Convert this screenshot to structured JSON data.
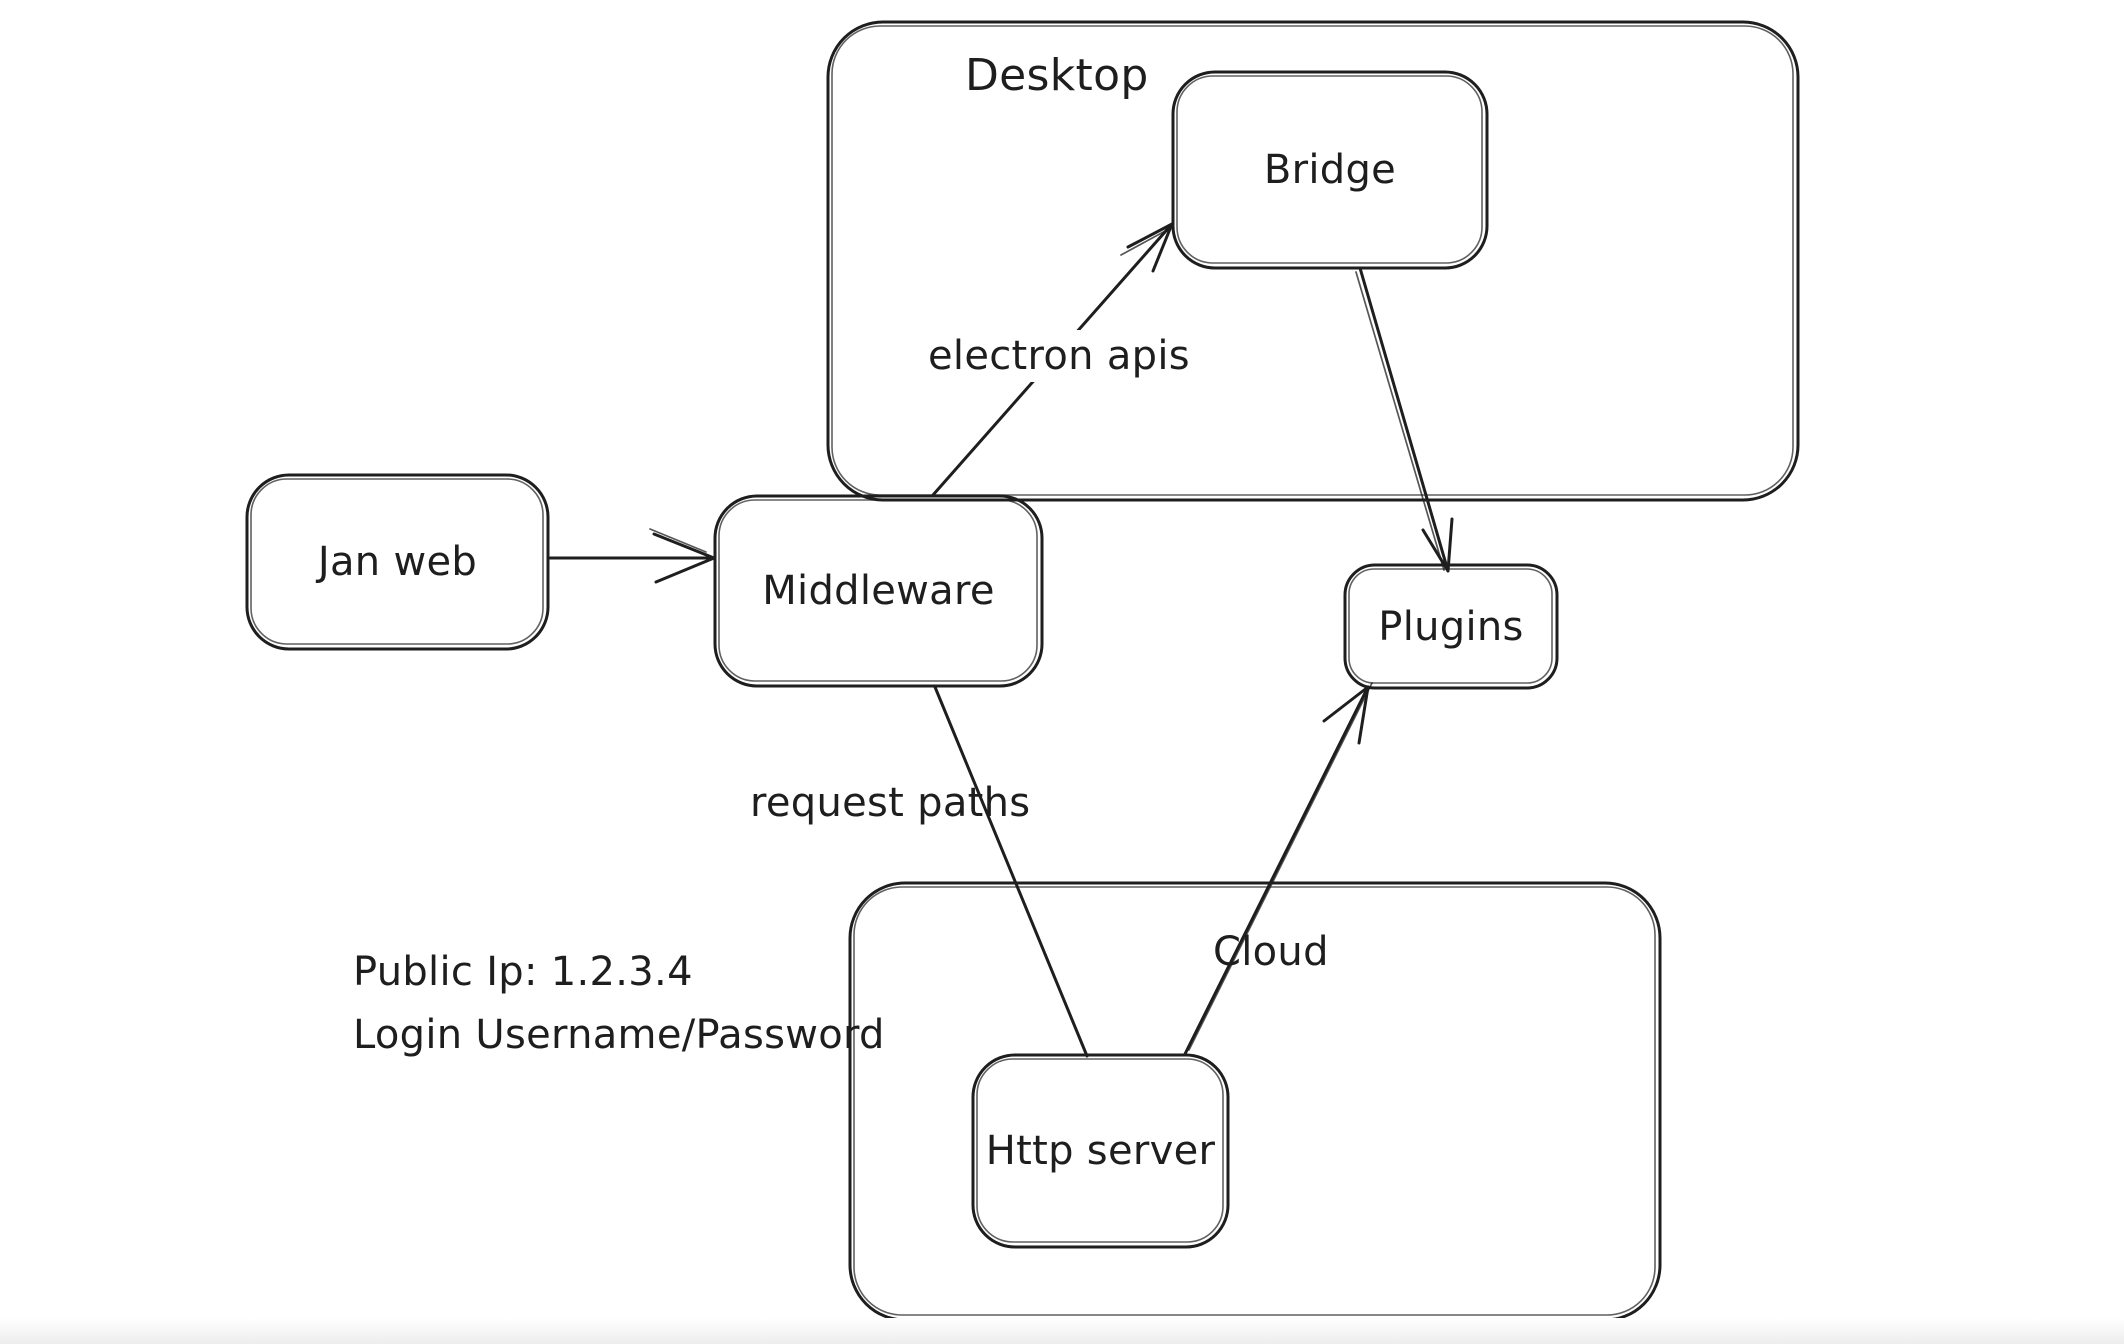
{
  "canvas": {
    "background": "#ffffff",
    "stroke_color": "#1e1e1e",
    "text_color": "#1e1e1e"
  },
  "containers": [
    {
      "id": "desktop",
      "label": "Desktop"
    },
    {
      "id": "cloud",
      "label": "Cloud"
    }
  ],
  "nodes": [
    {
      "id": "jan-web",
      "label": "Jan web"
    },
    {
      "id": "middleware",
      "label": "Middleware"
    },
    {
      "id": "bridge",
      "label": "Bridge"
    },
    {
      "id": "plugins",
      "label": "Plugins"
    },
    {
      "id": "http-server",
      "label": "Http server"
    }
  ],
  "edges": [
    {
      "id": "jan-web-to-middleware",
      "from": "Jan web",
      "to": "Middleware",
      "label": ""
    },
    {
      "id": "middleware-to-bridge",
      "from": "Middleware",
      "to": "Bridge",
      "label": "electron apis"
    },
    {
      "id": "bridge-to-plugins",
      "from": "Bridge",
      "to": "Plugins",
      "label": ""
    },
    {
      "id": "middleware-to-http-server",
      "from": "Middleware",
      "to": "Http server",
      "label": "request paths"
    },
    {
      "id": "http-server-to-plugins",
      "from": "Http server",
      "to": "Plugins",
      "label": ""
    }
  ],
  "annotations": [
    {
      "id": "public-ip",
      "text": "Public Ip: 1.2.3.4"
    },
    {
      "id": "login",
      "text": "Login Username/Password"
    }
  ]
}
